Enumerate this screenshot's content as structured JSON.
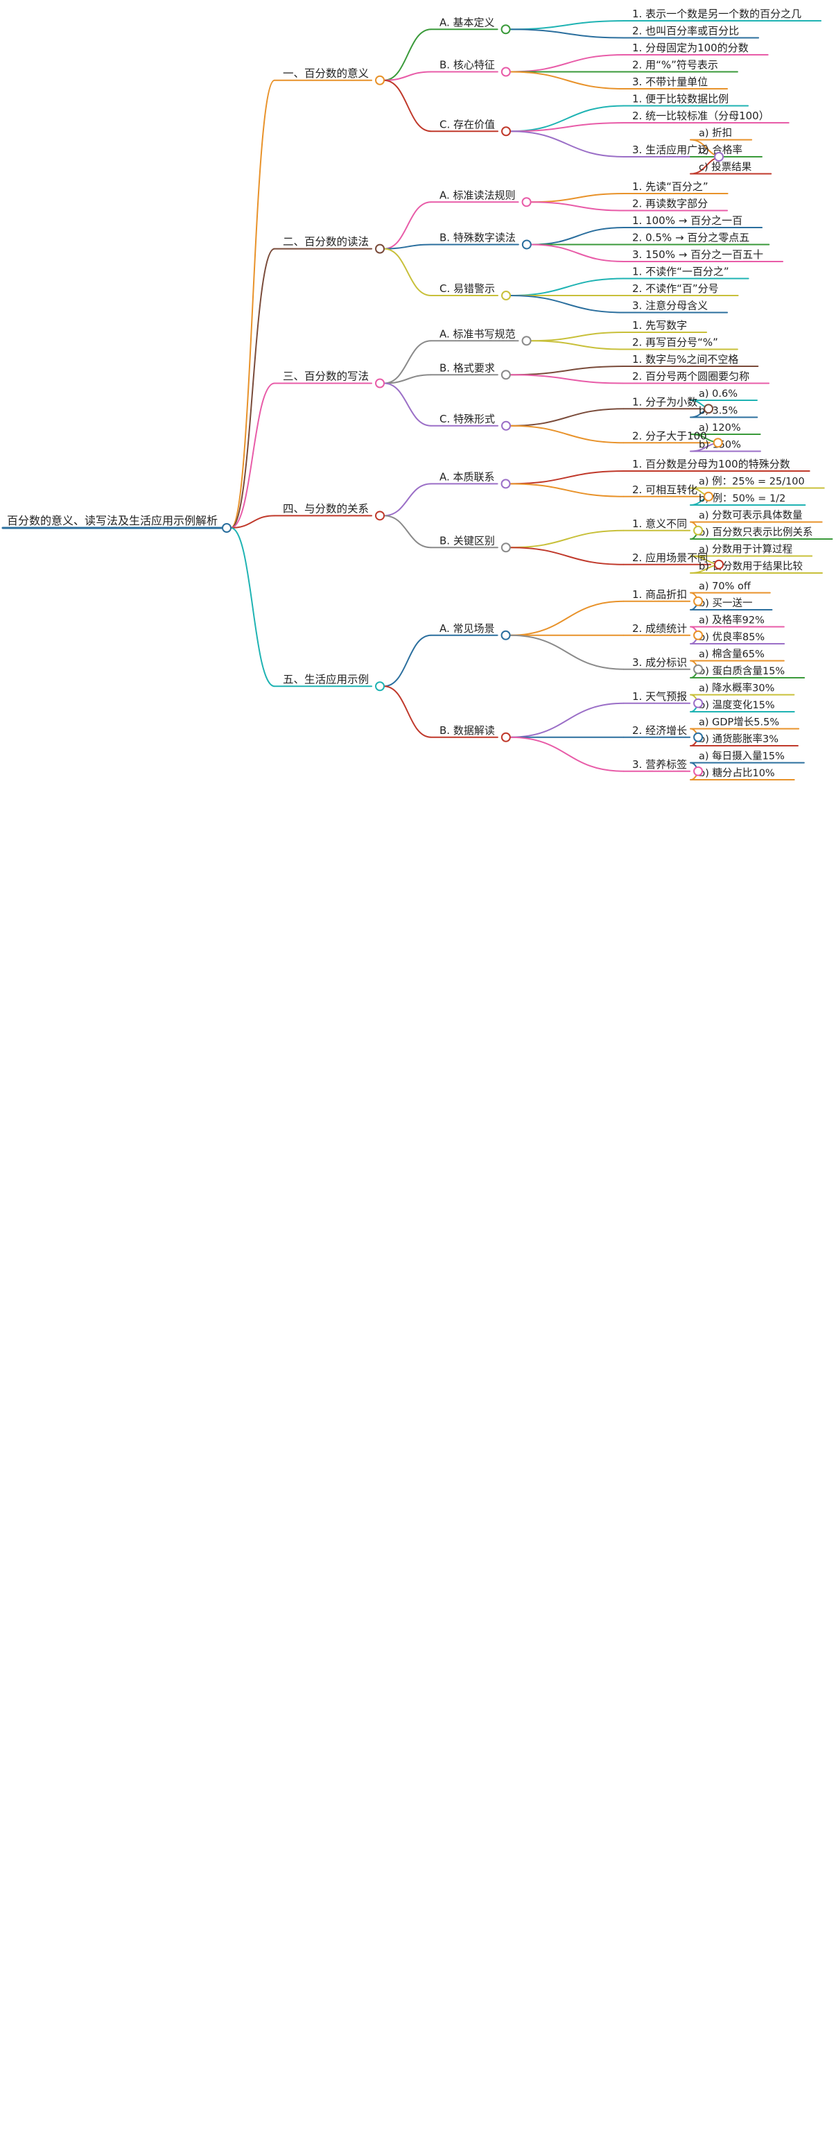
{
  "root": {
    "label": "百分数的意义、读写法及生活应用示例解析",
    "children": [
      {
        "label": "一、百分数的意义",
        "color": "#e8922a",
        "children": [
          {
            "label": "A. 基本定义",
            "color": "#3a9a3a",
            "children": [
              {
                "label": "1. 表示一个数是另一个数的百分之几",
                "color": "#1fb3b3",
                "children": []
              },
              {
                "label": "2. 也叫百分率或百分比",
                "color": "#2b6f9e",
                "children": []
              }
            ]
          },
          {
            "label": "B. 核心特征",
            "color": "#e85ca8",
            "children": [
              {
                "label": "1. 分母固定为100的分数",
                "color": "#e85ca8",
                "children": []
              },
              {
                "label": "2. 用“%”符号表示",
                "color": "#3a9a3a",
                "children": []
              },
              {
                "label": "3. 不带计量单位",
                "color": "#e8922a",
                "children": []
              }
            ]
          },
          {
            "label": "C. 存在价值",
            "color": "#c0392b",
            "children": [
              {
                "label": "1. 便于比较数据比例",
                "color": "#1fb3b3",
                "children": []
              },
              {
                "label": "2. 统一比较标准（分母100）",
                "color": "#e85ca8",
                "children": []
              },
              {
                "label": "3. 生活应用广泛",
                "color": "#9b6fc7",
                "children": [
                  {
                    "label": "a) 折扣",
                    "color": "#e8922a",
                    "children": []
                  },
                  {
                    "label": "b) 合格率",
                    "color": "#3a9a3a",
                    "children": []
                  },
                  {
                    "label": "c) 投票结果",
                    "color": "#c0392b",
                    "children": []
                  }
                ]
              }
            ]
          }
        ]
      },
      {
        "label": "二、百分数的读法",
        "color": "#7a4b3a",
        "children": [
          {
            "label": "A. 标准读法规则",
            "color": "#e85ca8",
            "children": [
              {
                "label": "1. 先读“百分之”",
                "color": "#e8922a",
                "children": []
              },
              {
                "label": "2. 再读数字部分",
                "color": "#e85ca8",
                "children": []
              }
            ]
          },
          {
            "label": "B. 特殊数字读法",
            "color": "#2b6f9e",
            "children": [
              {
                "label": "1. 100% → 百分之一百",
                "color": "#2b6f9e",
                "children": []
              },
              {
                "label": "2. 0.5% → 百分之零点五",
                "color": "#3a9a3a",
                "children": []
              },
              {
                "label": "3. 150% → 百分之一百五十",
                "color": "#e85ca8",
                "children": []
              }
            ]
          },
          {
            "label": "C. 易错警示",
            "color": "#c8c03a",
            "children": [
              {
                "label": "1. 不读作“一百分之”",
                "color": "#1fb3b3",
                "children": []
              },
              {
                "label": "2. 不读作“百”分号",
                "color": "#c8c03a",
                "children": []
              },
              {
                "label": "3. 注意分母含义",
                "color": "#2b6f9e",
                "children": []
              }
            ]
          }
        ]
      },
      {
        "label": "三、百分数的写法",
        "color": "#e85ca8",
        "children": [
          {
            "label": "A. 标准书写规范",
            "color": "#8a8a8a",
            "children": [
              {
                "label": "1. 先写数字",
                "color": "#c8c03a",
                "children": []
              },
              {
                "label": "2. 再写百分号“%”",
                "color": "#c8c03a",
                "children": []
              }
            ]
          },
          {
            "label": "B. 格式要求",
            "color": "#8a8a8a",
            "children": [
              {
                "label": "1. 数字与%之间不空格",
                "color": "#7a4b3a",
                "children": []
              },
              {
                "label": "2. 百分号两个圆圈要匀称",
                "color": "#e85ca8",
                "children": []
              }
            ]
          },
          {
            "label": "C. 特殊形式",
            "color": "#9b6fc7",
            "children": [
              {
                "label": "1. 分子为小数",
                "color": "#7a4b3a",
                "children": [
                  {
                    "label": "a) 0.6%",
                    "color": "#1fb3b3",
                    "children": []
                  },
                  {
                    "label": "b) 3.5%",
                    "color": "#2b6f9e",
                    "children": []
                  }
                ]
              },
              {
                "label": "2. 分子大于100",
                "color": "#e8922a",
                "children": [
                  {
                    "label": "a) 120%",
                    "color": "#3a9a3a",
                    "children": []
                  },
                  {
                    "label": "b) 150%",
                    "color": "#9b6fc7",
                    "children": []
                  }
                ]
              }
            ]
          }
        ]
      },
      {
        "label": "四、与分数的关系",
        "color": "#c0392b",
        "children": [
          {
            "label": "A. 本质联系",
            "color": "#9b6fc7",
            "children": [
              {
                "label": "1. 百分数是分母为100的特殊分数",
                "color": "#c0392b",
                "children": []
              },
              {
                "label": "2. 可相互转化",
                "color": "#e8922a",
                "children": [
                  {
                    "label": "a) 例：25% = 25/100",
                    "color": "#c8c03a",
                    "children": []
                  },
                  {
                    "label": "b) 例：50% = 1/2",
                    "color": "#1fb3b3",
                    "children": []
                  }
                ]
              }
            ]
          },
          {
            "label": "B. 关键区别",
            "color": "#8a8a8a",
            "children": [
              {
                "label": "1. 意义不同",
                "color": "#c8c03a",
                "children": [
                  {
                    "label": "a) 分数可表示具体数量",
                    "color": "#e8922a",
                    "children": []
                  },
                  {
                    "label": "b) 百分数只表示比例关系",
                    "color": "#3a9a3a",
                    "children": []
                  }
                ]
              },
              {
                "label": "2. 应用场景不同",
                "color": "#c0392b",
                "children": [
                  {
                    "label": "a) 分数用于计算过程",
                    "color": "#c8c03a",
                    "children": []
                  },
                  {
                    "label": "b) 百分数用于结果比较",
                    "color": "#c8c03a",
                    "children": []
                  }
                ]
              }
            ]
          }
        ]
      },
      {
        "label": "五、生活应用示例",
        "color": "#1fb3b3",
        "children": [
          {
            "label": "A. 常见场景",
            "color": "#2b6f9e",
            "children": [
              {
                "label": "1. 商品折扣",
                "color": "#e8922a",
                "children": [
                  {
                    "label": "a) 70% off",
                    "color": "#e8922a",
                    "children": []
                  },
                  {
                    "label": "b) 买一送一",
                    "color": "#2b6f9e",
                    "children": []
                  }
                ]
              },
              {
                "label": "2. 成绩统计",
                "color": "#e8922a",
                "children": [
                  {
                    "label": "a) 及格率92%",
                    "color": "#e85ca8",
                    "children": []
                  },
                  {
                    "label": "b) 优良率85%",
                    "color": "#9b6fc7",
                    "children": []
                  }
                ]
              },
              {
                "label": "3. 成分标识",
                "color": "#8a8a8a",
                "children": [
                  {
                    "label": "a) 棉含量65%",
                    "color": "#e8922a",
                    "children": []
                  },
                  {
                    "label": "b) 蛋白质含量15%",
                    "color": "#3a9a3a",
                    "children": []
                  }
                ]
              }
            ]
          },
          {
            "label": "B. 数据解读",
            "color": "#c0392b",
            "children": [
              {
                "label": "1. 天气预报",
                "color": "#9b6fc7",
                "children": [
                  {
                    "label": "a) 降水概率30%",
                    "color": "#c8c03a",
                    "children": []
                  },
                  {
                    "label": "b) 温度变化15%",
                    "color": "#1fb3b3",
                    "children": []
                  }
                ]
              },
              {
                "label": "2. 经济增长",
                "color": "#2b6f9e",
                "children": [
                  {
                    "label": "a) GDP增长5.5%",
                    "color": "#e8922a",
                    "children": []
                  },
                  {
                    "label": "b) 通货膨胀率3%",
                    "color": "#c0392b",
                    "children": []
                  }
                ]
              },
              {
                "label": "3. 营养标签",
                "color": "#e85ca8",
                "children": [
                  {
                    "label": "a) 每日摄入量15%",
                    "color": "#2b6f9e",
                    "children": []
                  },
                  {
                    "label": "b) 糖分占比10%",
                    "color": "#e8922a",
                    "children": []
                  }
                ]
              }
            ]
          }
        ]
      }
    ]
  }
}
